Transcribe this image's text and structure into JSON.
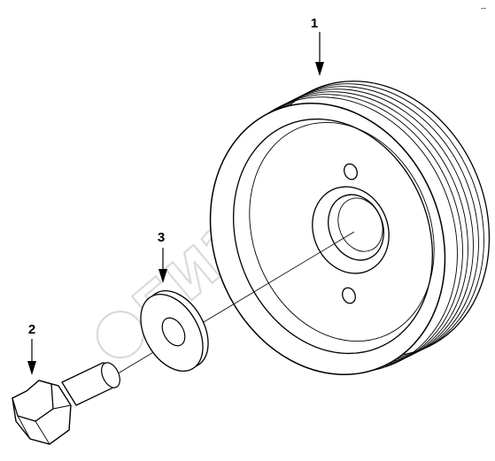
{
  "diagram": {
    "callouts": [
      {
        "id": "1",
        "label": "1"
      },
      {
        "id": "2",
        "label": "2"
      },
      {
        "id": "3",
        "label": "3"
      }
    ],
    "watermark": "БИЗОН",
    "corner_mark": "--"
  },
  "colors": {
    "line": "#000000",
    "background": "#ffffff",
    "watermark": "#d9d9d9"
  }
}
